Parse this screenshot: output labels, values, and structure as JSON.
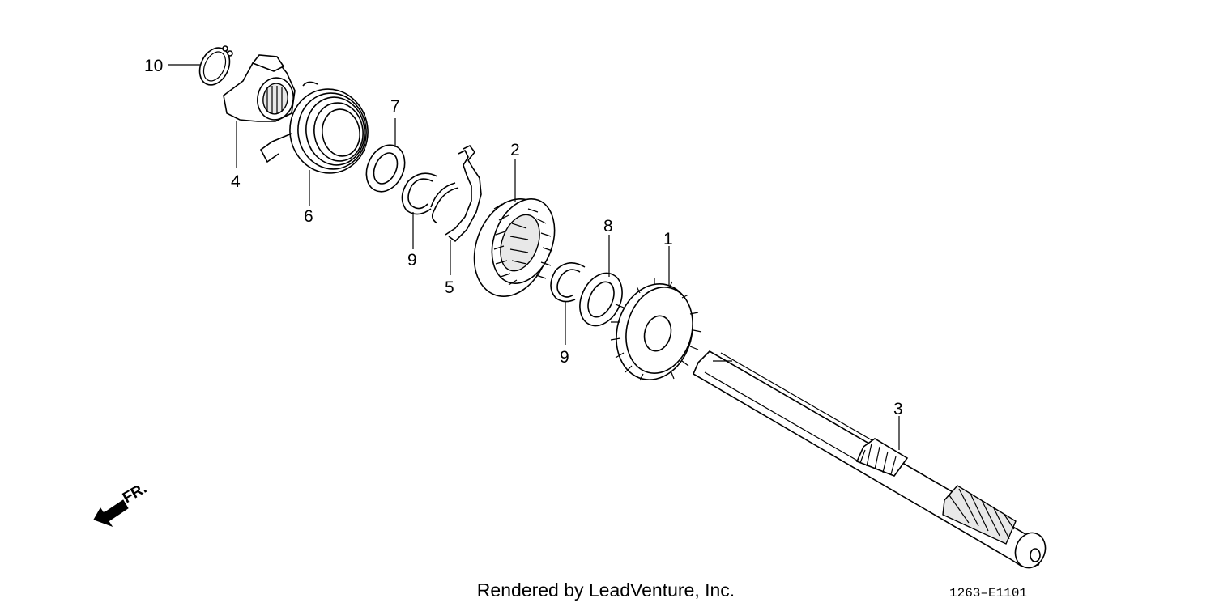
{
  "diagram": {
    "callouts": {
      "c1": "1",
      "c2": "2",
      "c3": "3",
      "c4": "4",
      "c5": "5",
      "c6": "6",
      "c7": "7",
      "c8": "8",
      "c9a": "9",
      "c9b": "9",
      "c10": "10"
    },
    "direction_label": "FR."
  },
  "footer": {
    "credit": "Rendered by LeadVenture, Inc.",
    "code": "1263–E1101"
  }
}
